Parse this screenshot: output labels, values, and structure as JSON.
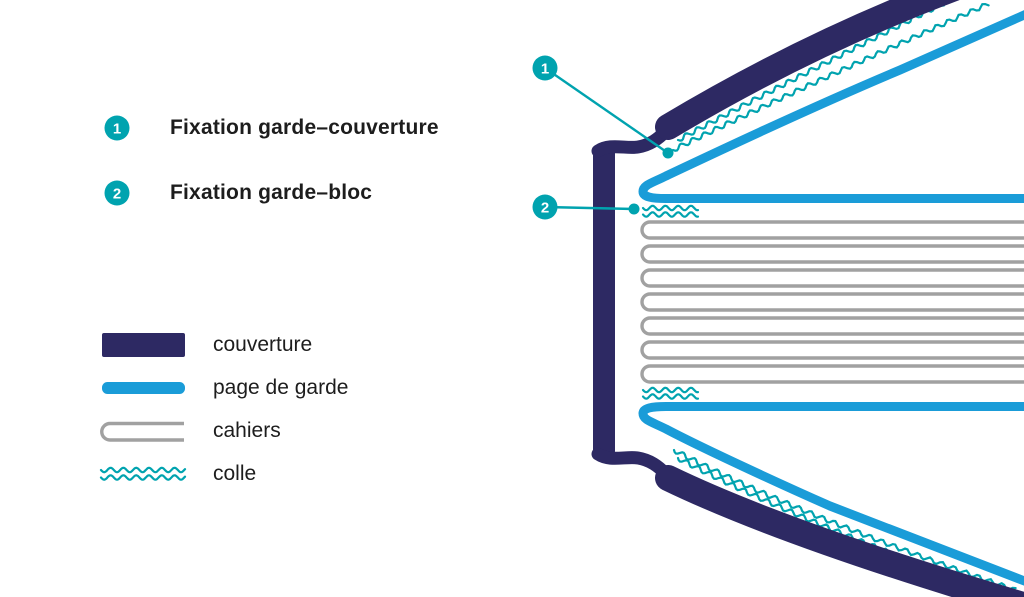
{
  "colors": {
    "navy": "#2d2963",
    "blue": "#1a9cd8",
    "teal": "#00a3af",
    "gray": "#a1a1a1",
    "text": "#1d1d1d"
  },
  "callouts": [
    {
      "num": "1",
      "label": "Fixation garde–couverture"
    },
    {
      "num": "2",
      "label": "Fixation garde–bloc"
    }
  ],
  "legend": {
    "items": [
      {
        "icon": "cover-bar-swatch",
        "label": "couverture"
      },
      {
        "icon": "garde-bar-swatch",
        "label": "page de garde"
      },
      {
        "icon": "cahier-loop-swatch",
        "label": "cahiers"
      },
      {
        "icon": "glue-waves-swatch",
        "label": "colle"
      }
    ]
  }
}
